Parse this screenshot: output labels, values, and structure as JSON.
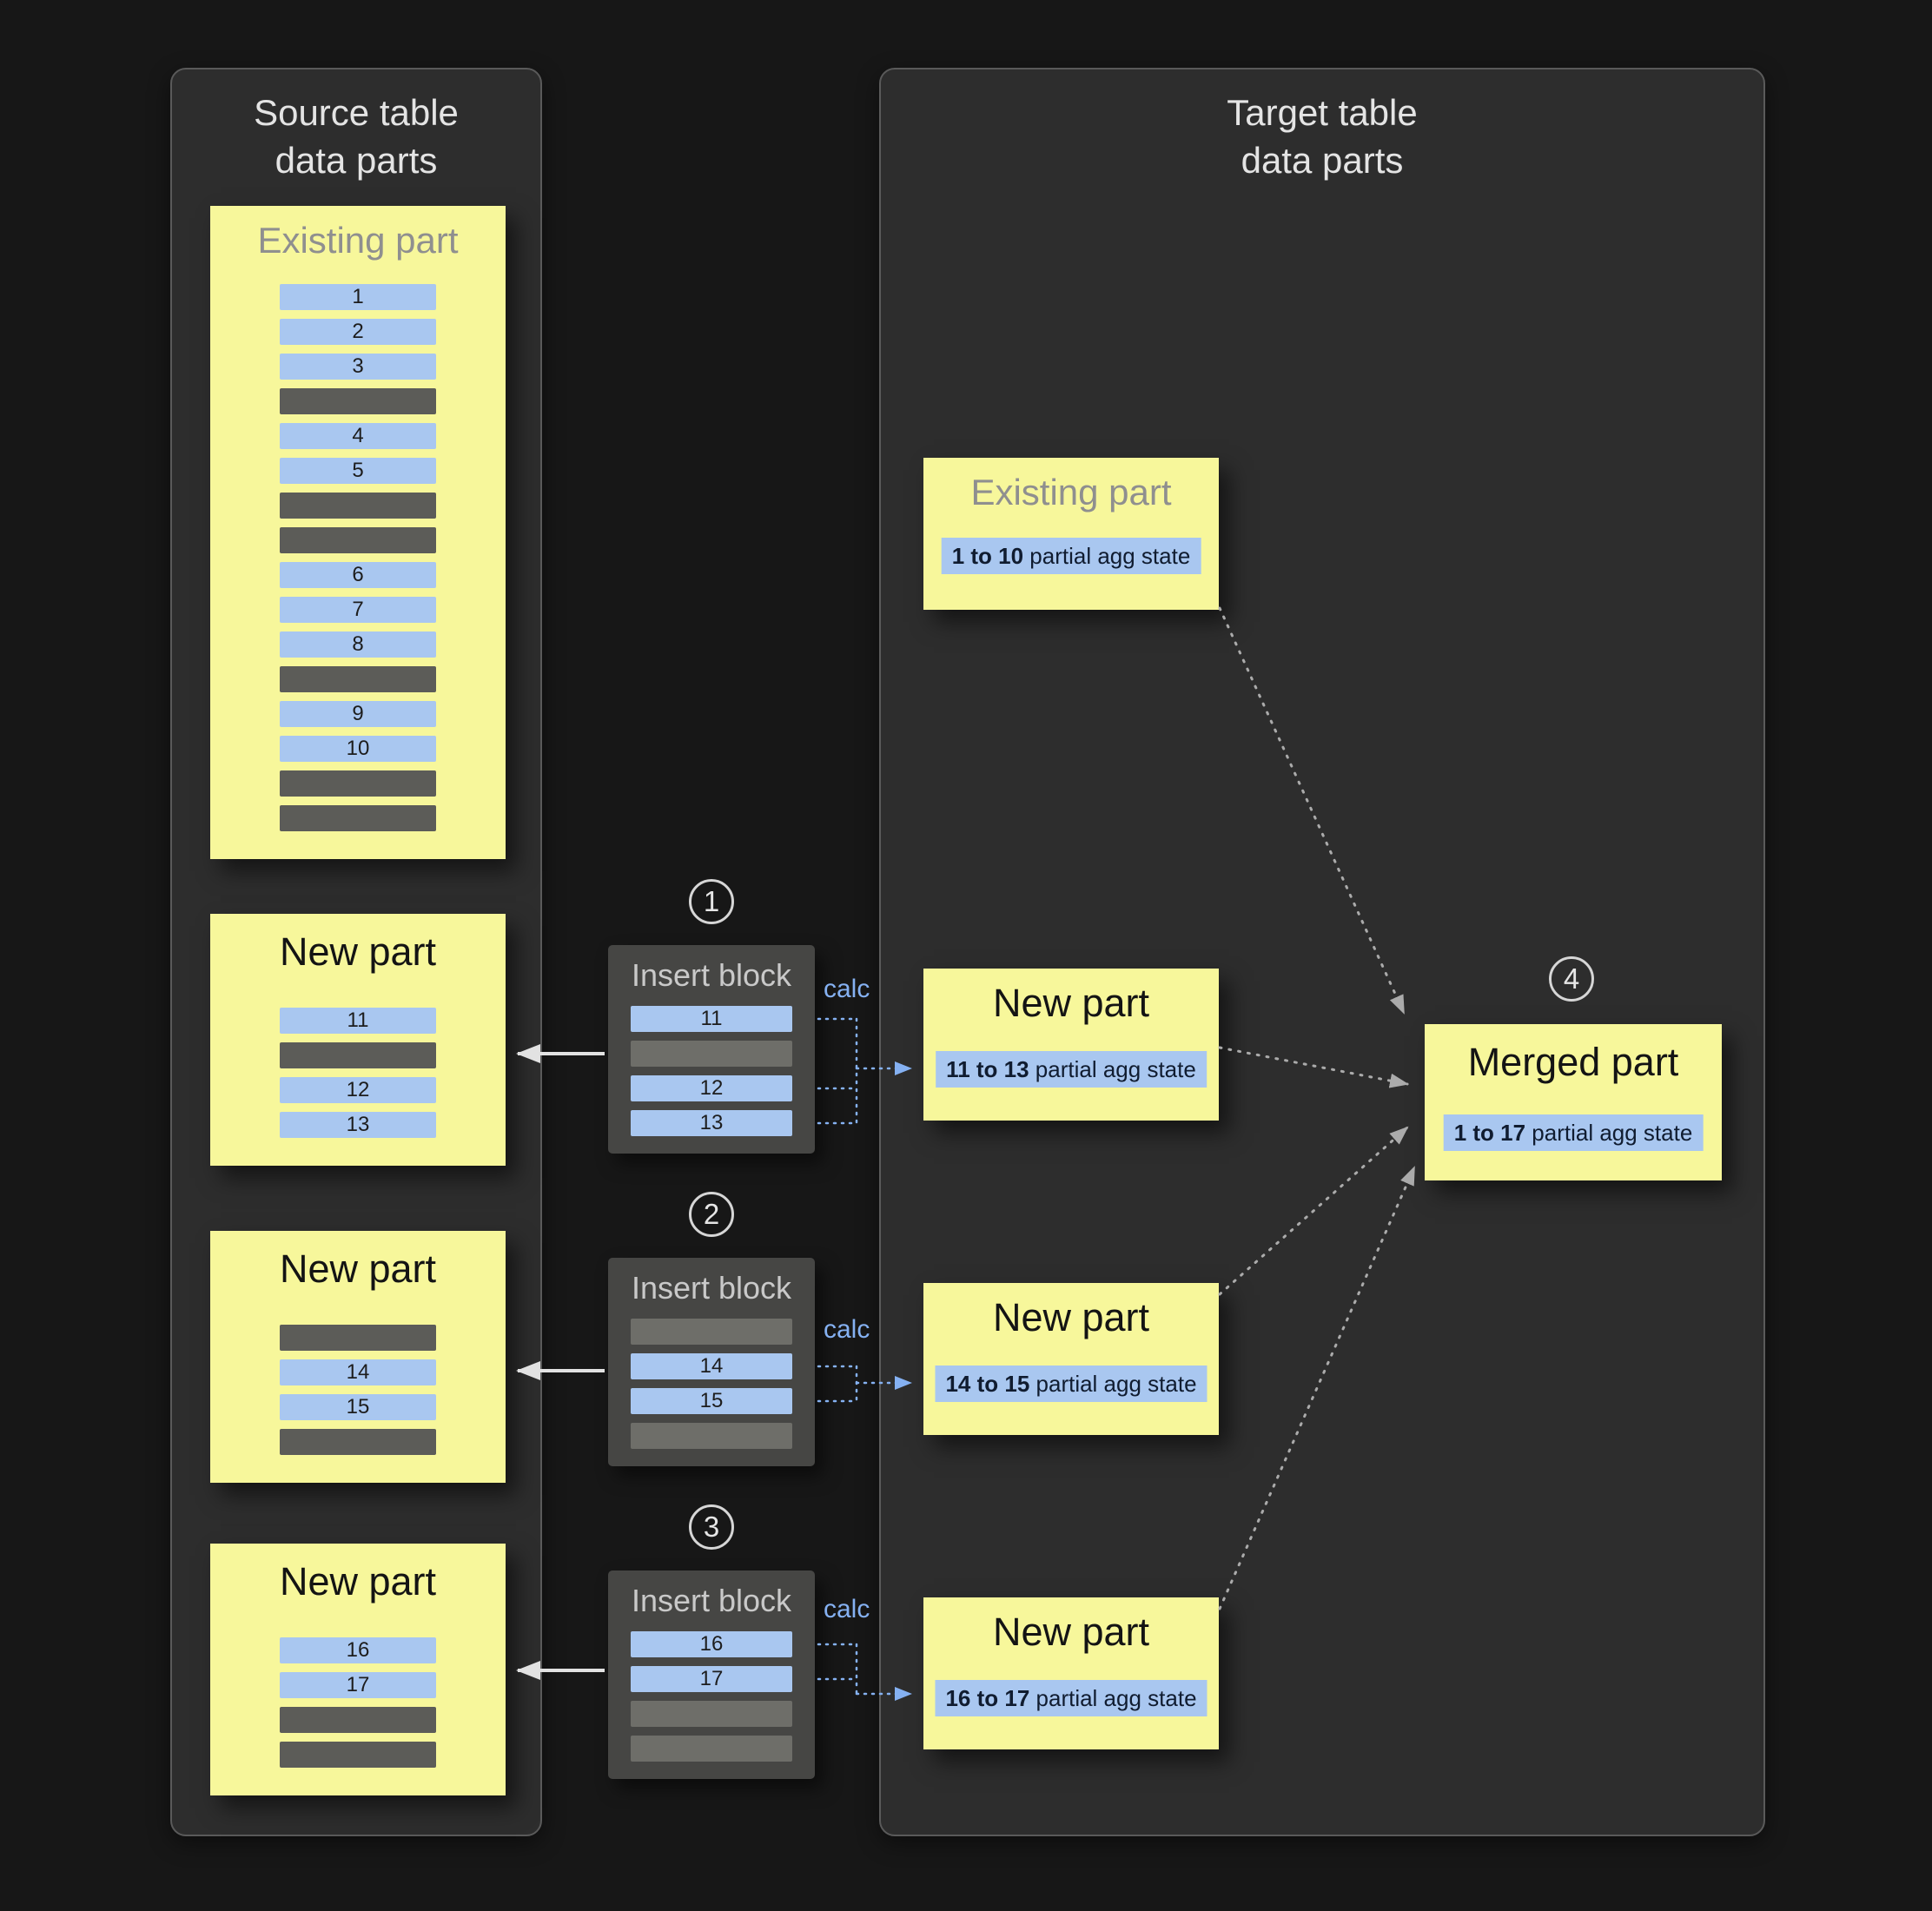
{
  "source_panel": {
    "title_line1": "Source table",
    "title_line2": "data parts",
    "existing_part": {
      "title": "Existing part",
      "rows": [
        {
          "type": "blue",
          "label": "1"
        },
        {
          "type": "blue",
          "label": "2"
        },
        {
          "type": "blue",
          "label": "3"
        },
        {
          "type": "gray",
          "label": ""
        },
        {
          "type": "blue",
          "label": "4"
        },
        {
          "type": "blue",
          "label": "5"
        },
        {
          "type": "gray",
          "label": ""
        },
        {
          "type": "gray",
          "label": ""
        },
        {
          "type": "blue",
          "label": "6"
        },
        {
          "type": "blue",
          "label": "7"
        },
        {
          "type": "blue",
          "label": "8"
        },
        {
          "type": "gray",
          "label": ""
        },
        {
          "type": "blue",
          "label": "9"
        },
        {
          "type": "blue",
          "label": "10"
        },
        {
          "type": "gray",
          "label": ""
        },
        {
          "type": "gray",
          "label": ""
        }
      ]
    },
    "new_parts": [
      {
        "title": "New part",
        "rows": [
          {
            "type": "blue",
            "label": "11"
          },
          {
            "type": "gray",
            "label": ""
          },
          {
            "type": "blue",
            "label": "12"
          },
          {
            "type": "blue",
            "label": "13"
          }
        ]
      },
      {
        "title": "New part",
        "rows": [
          {
            "type": "gray",
            "label": ""
          },
          {
            "type": "blue",
            "label": "14"
          },
          {
            "type": "blue",
            "label": "15"
          },
          {
            "type": "gray",
            "label": ""
          }
        ]
      },
      {
        "title": "New part",
        "rows": [
          {
            "type": "blue",
            "label": "16"
          },
          {
            "type": "blue",
            "label": "17"
          },
          {
            "type": "gray",
            "label": ""
          },
          {
            "type": "gray",
            "label": ""
          }
        ]
      }
    ]
  },
  "insert_blocks": [
    {
      "step": "1",
      "title": "Insert block",
      "calc_label": "calc",
      "rows": [
        {
          "type": "blue",
          "label": "11"
        },
        {
          "type": "gray",
          "label": ""
        },
        {
          "type": "blue",
          "label": "12"
        },
        {
          "type": "blue",
          "label": "13"
        }
      ]
    },
    {
      "step": "2",
      "title": "Insert block",
      "calc_label": "calc",
      "rows": [
        {
          "type": "gray",
          "label": ""
        },
        {
          "type": "blue",
          "label": "14"
        },
        {
          "type": "blue",
          "label": "15"
        },
        {
          "type": "gray",
          "label": ""
        }
      ]
    },
    {
      "step": "3",
      "title": "Insert block",
      "calc_label": "calc",
      "rows": [
        {
          "type": "blue",
          "label": "16"
        },
        {
          "type": "blue",
          "label": "17"
        },
        {
          "type": "gray",
          "label": ""
        },
        {
          "type": "gray",
          "label": ""
        }
      ]
    }
  ],
  "target_panel": {
    "title_line1": "Target table",
    "title_line2": "data parts",
    "existing_part": {
      "title": "Existing part",
      "agg_range": "1 to 10",
      "agg_suffix": " partial agg state"
    },
    "new_parts": [
      {
        "title": "New part",
        "agg_range": "11 to 13",
        "agg_suffix": " partial agg state"
      },
      {
        "title": "New part",
        "agg_range": "14 to 15",
        "agg_suffix": " partial agg state"
      },
      {
        "title": "New part",
        "agg_range": "16 to 17",
        "agg_suffix": " partial agg state"
      }
    ],
    "merged_part": {
      "step": "4",
      "title": "Merged part",
      "agg_range": "1 to 17",
      "agg_suffix": " partial agg state"
    }
  },
  "colors": {
    "background": "#171717",
    "panel": "#2d2d2d",
    "card_yellow": "#f7f79b",
    "row_blue": "#a9c7f0",
    "row_gray": "#5c5c58",
    "insert_block": "#464644",
    "calc_text": "#85b1f2",
    "merge_arrow": "#ababab"
  }
}
